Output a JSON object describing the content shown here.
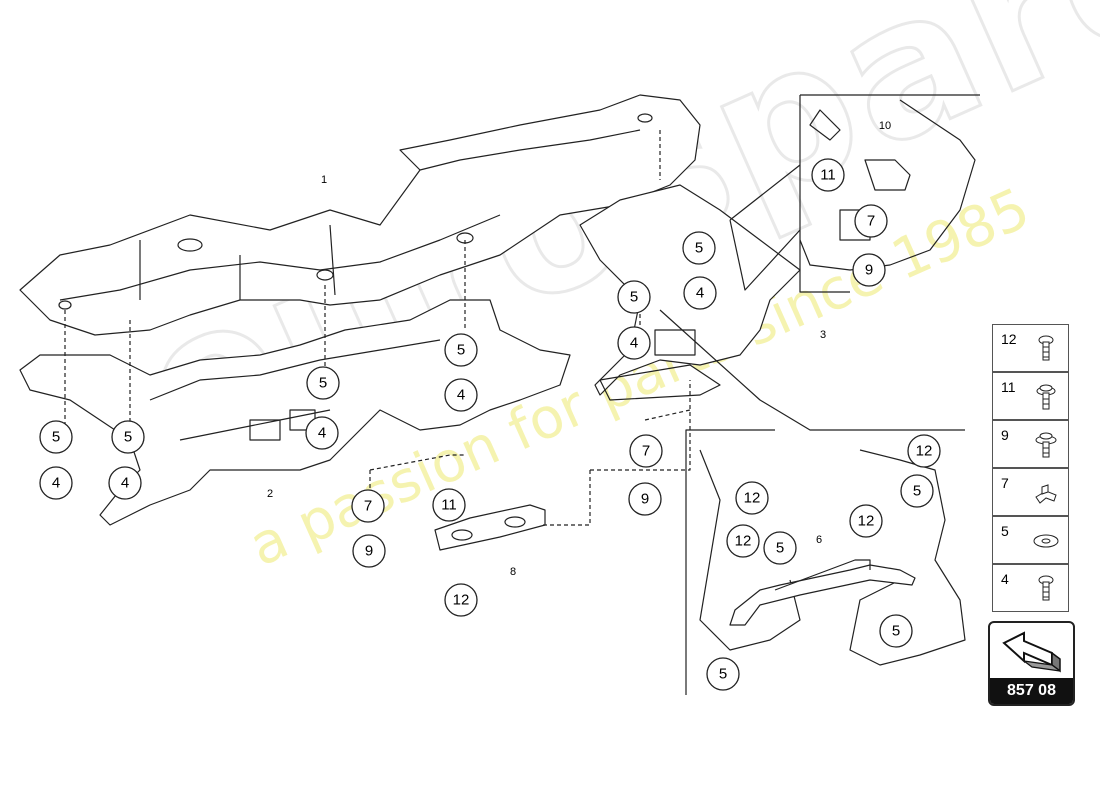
{
  "watermark": {
    "logo": "eurospares",
    "slogan": "a passion for parts since 1985"
  },
  "callouts": [
    {
      "label": "5",
      "circled": true
    },
    {
      "label": "4",
      "circled": true
    },
    {
      "label": "5",
      "circled": true
    },
    {
      "label": "4",
      "circled": true
    },
    {
      "label": "4",
      "circled": true
    },
    {
      "label": "5",
      "circled": true
    },
    {
      "label": "5",
      "circled": true
    },
    {
      "label": "4",
      "circled": true
    },
    {
      "label": "7",
      "circled": true
    },
    {
      "label": "9",
      "circled": true
    },
    {
      "label": "11",
      "circled": true
    },
    {
      "label": "12",
      "circled": true
    },
    {
      "label": "5",
      "circled": true
    },
    {
      "label": "4",
      "circled": true
    },
    {
      "label": "5",
      "circled": true
    },
    {
      "label": "4",
      "circled": true
    },
    {
      "label": "7",
      "circled": true
    },
    {
      "label": "9",
      "circled": true
    },
    {
      "label": "11",
      "circled": true
    },
    {
      "label": "7",
      "circled": true
    },
    {
      "label": "9",
      "circled": true
    },
    {
      "label": "12",
      "circled": true
    },
    {
      "label": "5",
      "circled": true
    },
    {
      "label": "12",
      "circled": true
    },
    {
      "label": "12",
      "circled": true
    },
    {
      "label": "5",
      "circled": true
    },
    {
      "label": "12",
      "circled": true
    },
    {
      "label": "5",
      "circled": true
    },
    {
      "label": "5",
      "circled": true
    }
  ],
  "part_numbers": [
    "1",
    "2",
    "3",
    "6",
    "8",
    "10"
  ],
  "legend": [
    {
      "number": "12",
      "icon": "screw-icon"
    },
    {
      "number": "11",
      "icon": "flange-screw-icon"
    },
    {
      "number": "9",
      "icon": "washer-screw-icon"
    },
    {
      "number": "7",
      "icon": "clip-icon"
    },
    {
      "number": "5",
      "icon": "washer-icon"
    },
    {
      "number": "4",
      "icon": "screw-icon"
    }
  ],
  "diagram_code": "857 08",
  "colors": {
    "line": "#222222",
    "watermark_logo": "#e9e9e9",
    "watermark_slogan": "#f4f1a3"
  }
}
